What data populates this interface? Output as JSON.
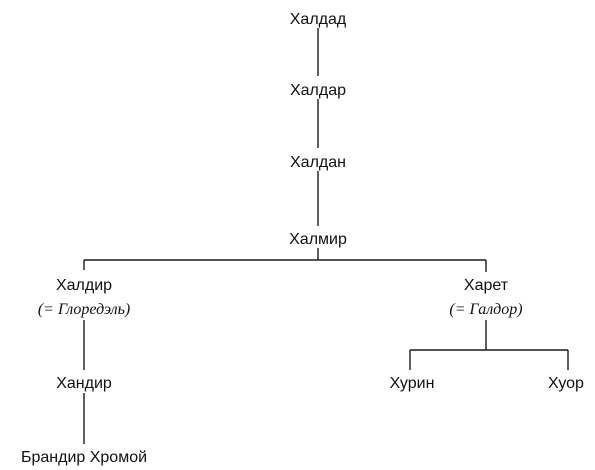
{
  "family_tree": {
    "nodes": [
      {
        "id": "haldad",
        "name": "Халдад"
      },
      {
        "id": "haldar",
        "name": "Халдар"
      },
      {
        "id": "haldan",
        "name": "Халдан"
      },
      {
        "id": "halmir",
        "name": "Халмир"
      },
      {
        "id": "haldir",
        "name": "Халдир",
        "note": "(= Глоредэль)"
      },
      {
        "id": "haret",
        "name": "Харет",
        "note": "(= Галдор)"
      },
      {
        "id": "handir",
        "name": "Хандир"
      },
      {
        "id": "hurin",
        "name": "Хурин"
      },
      {
        "id": "huor",
        "name": "Хуор"
      },
      {
        "id": "brandir",
        "name": "Брандир Хромой"
      }
    ]
  }
}
